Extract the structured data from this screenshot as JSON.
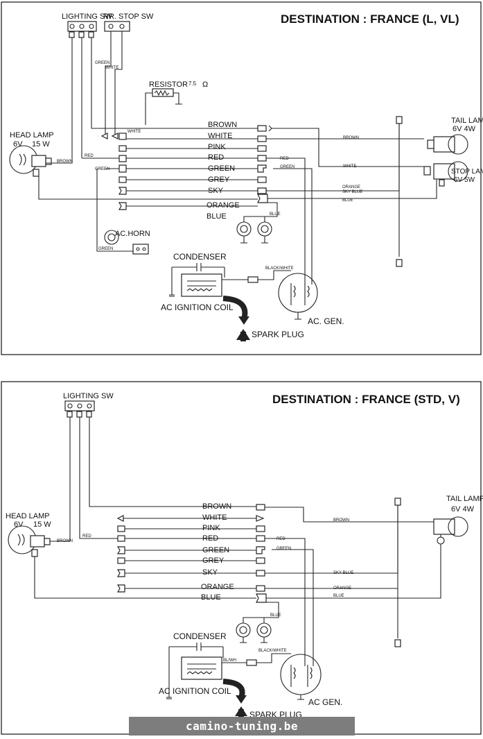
{
  "top_diagram": {
    "title": "DESTINATION : FRANCE (L, VL)",
    "lighting_sw": "LIGHTING SW",
    "rr_stop_sw": "RR. STOP SW",
    "resistor": "RESISTOR",
    "resistor_value": "7.5",
    "ohm": "Ω",
    "head_lamp": "HEAD LAMP",
    "head_lamp_spec_v": "6V",
    "head_lamp_spec_w": "15 W",
    "tail_lamp": "TAIL LAMP",
    "tail_lamp_spec": "6V   4W",
    "stop_lamp": "STOP LAMP",
    "stop_lamp_spec": "6V   5W",
    "ac_horn": "AC.HORN",
    "condenser": "CONDENSER",
    "ignition_coil": "AC IGNITION COIL",
    "spark_plug": "SPARK PLUG",
    "ac_gen": "AC. GEN.",
    "harness_wires": [
      "BROWN",
      "WHITE",
      "PINK",
      "RED",
      "GREEN",
      "GREY",
      "SKY",
      "ORANGE",
      "BLUE"
    ],
    "small_labels": {
      "green_sw": "GREEN",
      "white_sw": "WHITE",
      "white_conn": "WHITE",
      "brown_head": "BROWN",
      "red_left": "RED",
      "green_left": "GREEN",
      "red_right": "RED",
      "green_right": "GREEN",
      "brown_tail": "BROWN",
      "white_tail": "WHITE",
      "sky_blue": "SKY BLUE",
      "orange": "ORANGE",
      "blue": "BLUE",
      "blue_bulb": "BLUE",
      "green_horn": "GREEN",
      "black_white": "BLACK/WHITE"
    }
  },
  "bottom_diagram": {
    "title": "DESTINATION : FRANCE (STD, V)",
    "lighting_sw": "LIGHTING SW",
    "head_lamp": "HEAD LAMP",
    "head_lamp_spec_v": "6V",
    "head_lamp_spec_w": "15 W",
    "tail_lamp": "TAIL LAMP",
    "tail_lamp_spec": "6V   4W",
    "condenser": "CONDENSER",
    "ignition_coil": "AC IGNITION COIL",
    "spark_plug": "SPARK PLUG",
    "ac_gen": "AC GEN.",
    "harness_wires": [
      "BROWN",
      "WHITE",
      "PINK",
      "RED",
      "GREEN",
      "GREY",
      "SKY",
      "ORANGE",
      "BLUE"
    ],
    "small_labels": {
      "brown_head": "BROWN",
      "red_left": "RED",
      "red_right": "RED",
      "green_right": "GREEN",
      "brown_tail": "BROWN",
      "sky_blue": "SKY BLUE",
      "orange": "ORANGE",
      "blue": "BLUE",
      "blue_bulb": "BLUE",
      "bl_wh": "BL/WH",
      "black_white": "BLACK/WHITE"
    }
  },
  "watermark": "camino-tuning.be"
}
